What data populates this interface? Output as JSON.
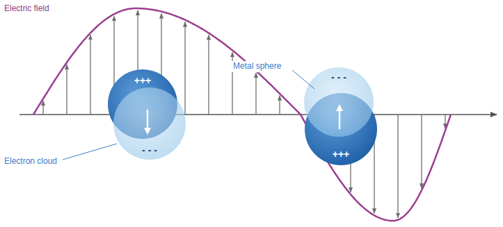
{
  "diagram": {
    "labels": [
      "Electric field",
      "Metal sphere",
      "Electron cloud",
      "+++",
      "- - -",
      "- - -",
      "+++"
    ]
  }
}
